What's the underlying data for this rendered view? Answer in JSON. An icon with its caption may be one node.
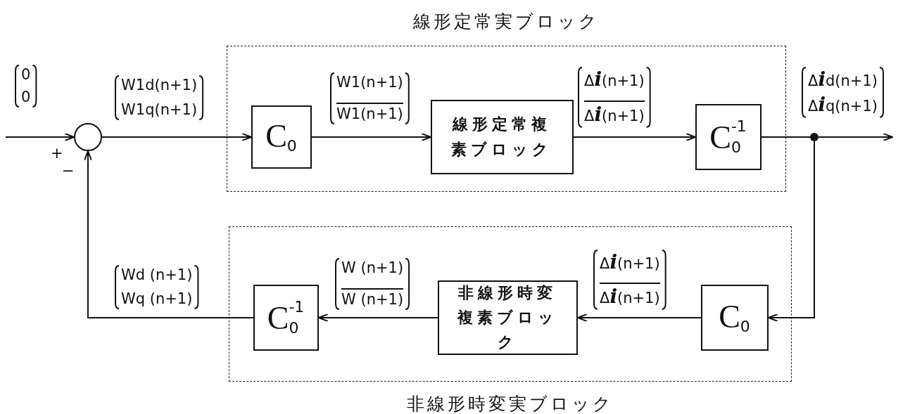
{
  "diagram": {
    "nodes": [
      {
        "text": [
          "線形定常実ブロック"
        ]
      },
      {
        "text": [
          "C$_{0}$"
        ],
        "in": 0
      },
      {
        "text": [
          "線形定常複素ブロック"
        ],
        "in": 0
      },
      {
        "text": [
          "C$_{0}$$^{-1}$"
        ],
        "in": 0
      },
      {
        "text": [
          "非線形時変実ブロック"
        ]
      },
      {
        "text": [
          "C$_{0}$"
        ],
        "in": 4
      },
      {
        "text": [
          "非線形時変複素ブロック"
        ],
        "in": 4
      },
      {
        "text": [
          "C$_{0}$$^{-1}$"
        ],
        "in": 4
      },
      {
        "text": [],
        "shape": "circle"
      },
      {
        "text": [],
        "shape": "circle"
      }
    ],
    "edges": [
      {
        "from": null,
        "to": 8,
        "arrow": "to"
      },
      {
        "from": 8,
        "to": 1,
        "arrow": "to"
      },
      {
        "from": 1,
        "to": 2,
        "arrow": "to"
      },
      {
        "from": 2,
        "to": 3,
        "arrow": "to"
      },
      {
        "from": 3,
        "to": 9,
        "arrow": "none"
      },
      {
        "from": 9,
        "to": null,
        "arrow": "to"
      },
      {
        "from": 9,
        "to": 5,
        "arrow": "to"
      },
      {
        "from": 5,
        "to": 6,
        "arrow": "to"
      },
      {
        "from": 6,
        "to": 7,
        "arrow": "to"
      },
      {
        "from": 7,
        "to": 8,
        "arrow": "to"
      }
    ],
    "labels": [
      "0",
      "0",
      "W1d(n+1)",
      "W1q(n+1)",
      "W1(n+1)",
      "W1(n+1)",
      "Δ**i**(n+1)",
      "Δ**i**(n+1)",
      "Δ**i**d(n+1)",
      "Δ**i**q(n+1)",
      "+",
      "−",
      "Wd (n+1)",
      "Wq (n+1)",
      "W (n+1)",
      "W (n+1)",
      "Δ**i**(n+1)",
      "Δ**i**(n+1)"
    ]
  }
}
